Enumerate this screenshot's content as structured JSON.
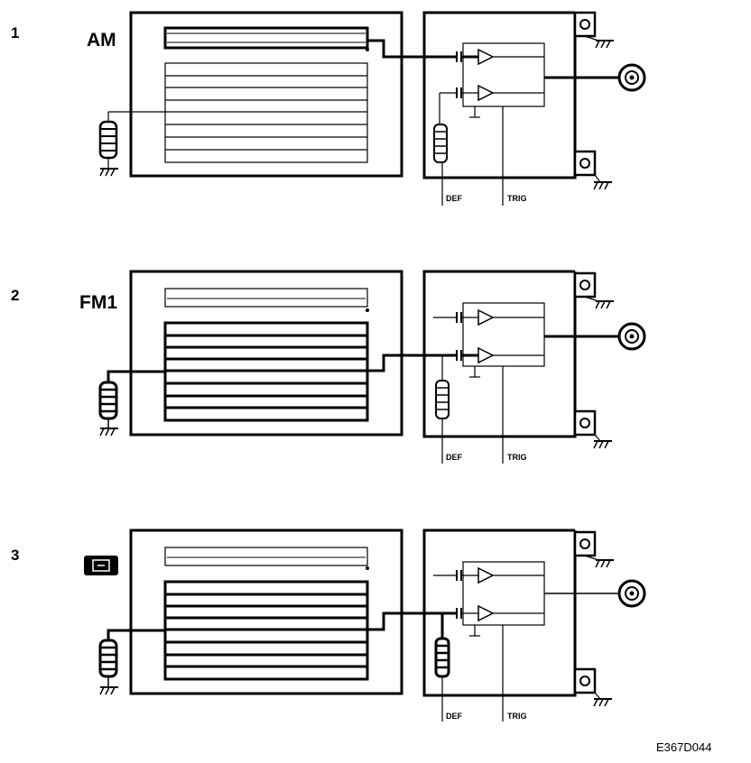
{
  "diagram": {
    "code": "E367D044",
    "panels": [
      {
        "number": "1",
        "mode": "AM",
        "def_label": "DEF",
        "trig_label": "TRIG",
        "active": "top"
      },
      {
        "number": "2",
        "mode": "FM1",
        "def_label": "DEF",
        "trig_label": "TRIG",
        "active": "bottom"
      },
      {
        "number": "3",
        "mode": "",
        "def_label": "DEF",
        "trig_label": "TRIG",
        "active": "bottom"
      }
    ]
  }
}
